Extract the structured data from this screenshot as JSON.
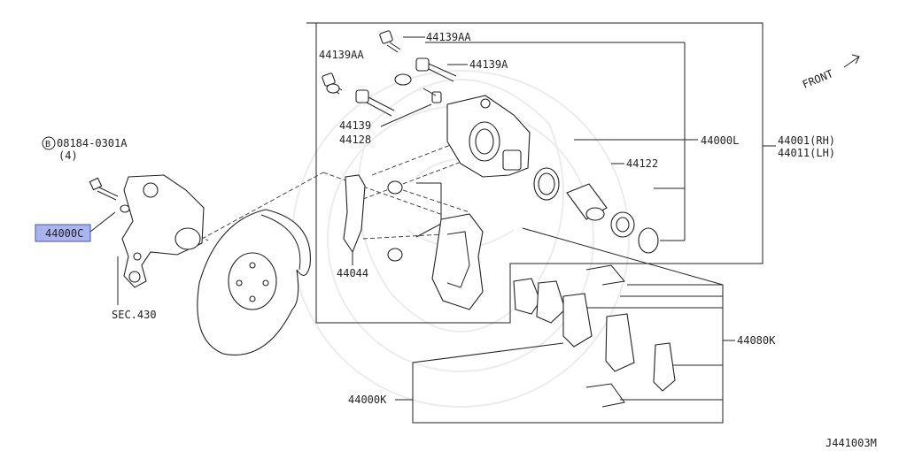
{
  "diagram": {
    "figure_code": "J441003M",
    "front_label": "FRONT",
    "callouts": {
      "bolt_spec_marker": "B",
      "bolt_spec": "08184-0301A",
      "bolt_qty": "(4)",
      "highlighted_part": "44000C",
      "sec430": "SEC.430",
      "p44139AA_top": "44139AA",
      "p44139AA_left": "44139AA",
      "p44139A": "44139A",
      "p44139": "44139",
      "p44128": "44128",
      "p44044": "44044",
      "p44000L": "44000L",
      "p44001RH": "44001(RH)",
      "p44011LH": "44011(LH)",
      "p44122": "44122",
      "p44080K": "44080K",
      "p44000K": "44000K"
    },
    "colors": {
      "highlight_fill": "#aab4ee",
      "highlight_border": "#4a55a8",
      "line": "#222222"
    }
  }
}
